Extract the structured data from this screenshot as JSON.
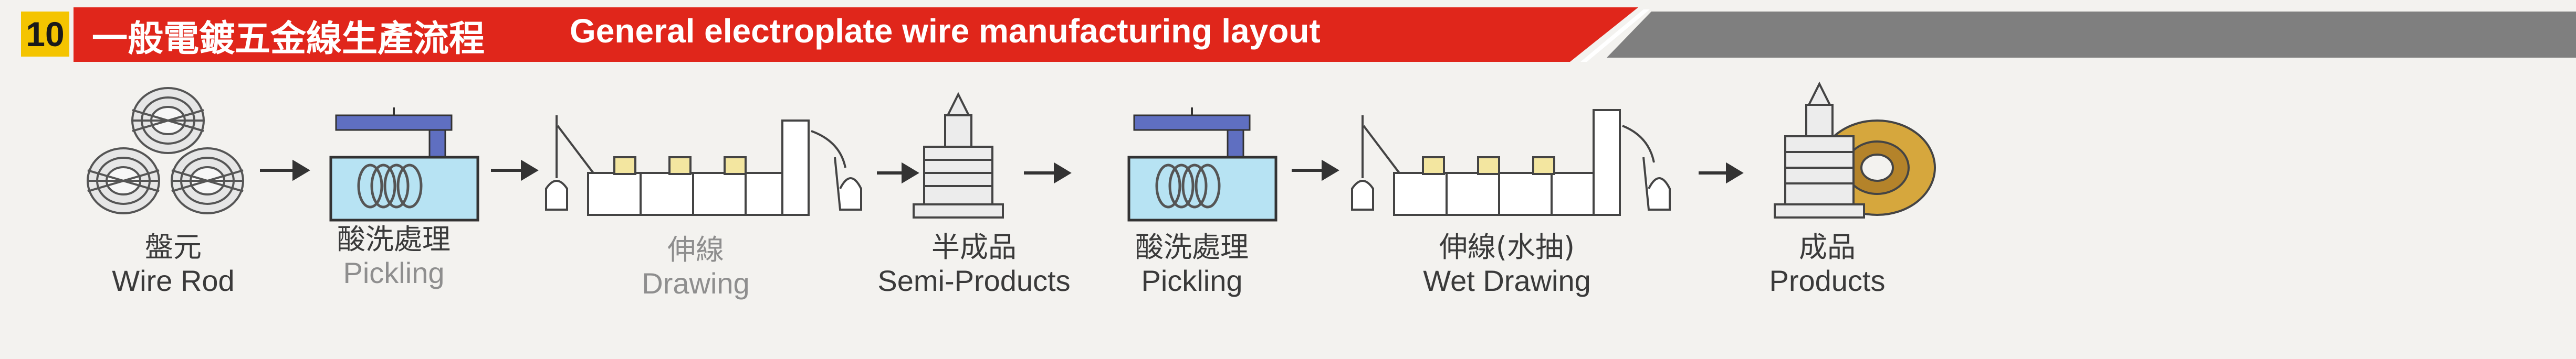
{
  "header": {
    "number": "10",
    "title_cn": "一般電鍍五金線生產流程",
    "title_en": "General electroplate wire manufacturing layout",
    "colors": {
      "red": "#e0261b",
      "grey": "#7f7f7f",
      "yellow": "#f4c400"
    }
  },
  "steps": [
    {
      "cn": "盤元",
      "en": "Wire Rod"
    },
    {
      "cn": "酸洗處理",
      "en": "Pickling"
    },
    {
      "cn": "伸線",
      "en": "Drawing"
    },
    {
      "cn": "半成品",
      "en": "Semi-Products"
    },
    {
      "cn": "酸洗處理",
      "en": "Pickling"
    },
    {
      "cn": "伸線(水抽)",
      "en": "Wet Drawing"
    },
    {
      "cn": "成品",
      "en": "Products"
    }
  ]
}
